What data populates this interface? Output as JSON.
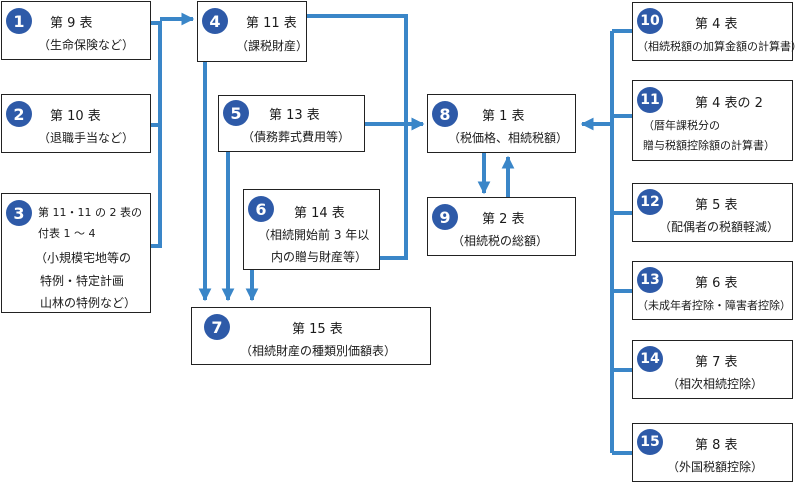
{
  "boxes": [
    {
      "num": "1",
      "title": "第 9 表",
      "sub": "（生命保険など）"
    },
    {
      "num": "2",
      "title": "第 10 表",
      "sub": "（退職手当など）"
    },
    {
      "num": "3",
      "title": "第 11・11 の 2 表の",
      "title2": "付表 1 ～ 4",
      "sub": "（小規模宅地等の",
      "sub2": "特例・特定計画",
      "sub3": "山林の特例など）"
    },
    {
      "num": "4",
      "title": "第 11 表",
      "sub": "（課税財産）"
    },
    {
      "num": "5",
      "title": "第 13 表",
      "sub": "（債務葬式費用等）"
    },
    {
      "num": "6",
      "title": "第 14 表",
      "sub": "（相続開始前 3 年以",
      "sub2": "内の贈与財産等）"
    },
    {
      "num": "7",
      "title": "第 15 表",
      "sub": "（相続財産の種類別価額表）"
    },
    {
      "num": "8",
      "title": "第 1 表",
      "sub": "（税価格、相続税額）"
    },
    {
      "num": "9",
      "title": "第 2 表",
      "sub": "（相続税の総額）"
    },
    {
      "num": "10",
      "title": "第 4 表",
      "sub": "（相続税額の加算金額の計算書）"
    },
    {
      "num": "11",
      "title": "第 4 表の 2",
      "sub": "（暦年課税分の",
      "sub2": "贈与税額控除額の計算書）"
    },
    {
      "num": "12",
      "title": "第 5 表",
      "sub": "（配偶者の税額軽減）"
    },
    {
      "num": "13",
      "title": "第 6 表",
      "sub": "（未成年者控除・障害者控除）"
    },
    {
      "num": "14",
      "title": "第 7 表",
      "sub": "（相次相続控除）"
    },
    {
      "num": "15",
      "title": "第 8 表",
      "sub": "（外国税額控除）"
    }
  ],
  "colors": {
    "accent": "#2e5aa8",
    "arrow": "#3a86c8",
    "border": "#222222"
  }
}
